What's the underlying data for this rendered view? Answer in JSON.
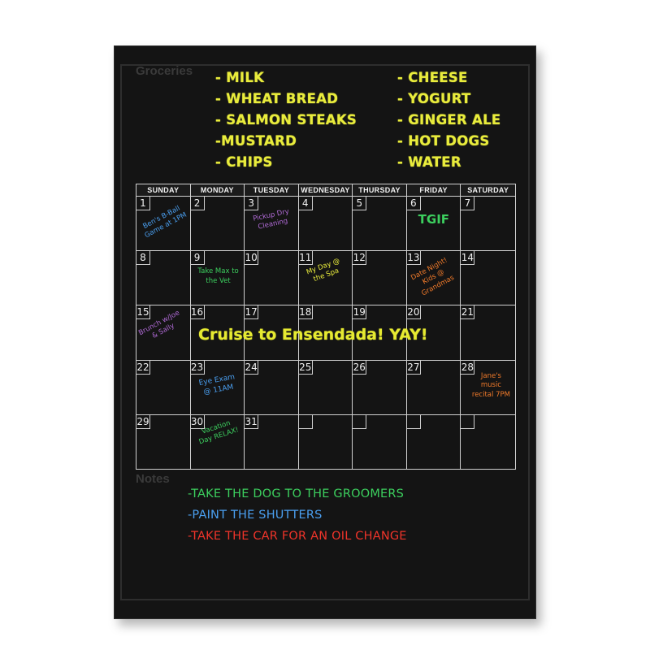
{
  "board": {
    "groceries_label": "Groceries",
    "notes_label": "Notes",
    "groceries": [
      "- MILK",
      "- CHEESE",
      "- WHEAT BREAD",
      "- YOGURT",
      "- SALMON STEAKS",
      "- GINGER ALE",
      "-MUSTARD",
      "- HOT DOGS",
      "- CHIPS",
      "- WATER"
    ],
    "days": [
      "SUNDAY",
      "MONDAY",
      "TUESDAY",
      "WEDNESDAY",
      "THURSDAY",
      "FRIDAY",
      "SATURDAY"
    ],
    "dates": [
      "1",
      "2",
      "3",
      "4",
      "5",
      "6",
      "7",
      "8",
      "9",
      "10",
      "11",
      "12",
      "13",
      "14",
      "15",
      "16",
      "17",
      "18",
      "19",
      "20",
      "21",
      "22",
      "23",
      "24",
      "25",
      "26",
      "27",
      "28",
      "29",
      "30",
      "31",
      "",
      "",
      "",
      ""
    ],
    "events": {
      "d1": "Ben's B-Ball Game at 1PM",
      "d3": "Pickup Dry Cleaning",
      "d6": "TGIF",
      "d9": "Take Max to the Vet",
      "d11": "My Day @ the Spa",
      "d13": "Date Night! Kids @ Grandmas",
      "d15": "Brunch w/Joe & Sally",
      "d23": "Eye Exam @ 11AM",
      "d28": "Jane's music recital 7PM",
      "d30": "Vacation Day RELAX!",
      "cruise": "Cruise to Ensendada! YAY!"
    },
    "notes": [
      "-TAKE THE DOG TO THE GROOMERS",
      "-PAINT THE SHUTTERS",
      "-TAKE THE CAR FOR AN OIL CHANGE"
    ],
    "colors": {
      "yellow": "#e9ec3c",
      "green": "#3ccf5e",
      "blue": "#4a9ff0",
      "red": "#f0342a",
      "purple": "#b06ad6",
      "orange": "#f07a2a"
    }
  }
}
